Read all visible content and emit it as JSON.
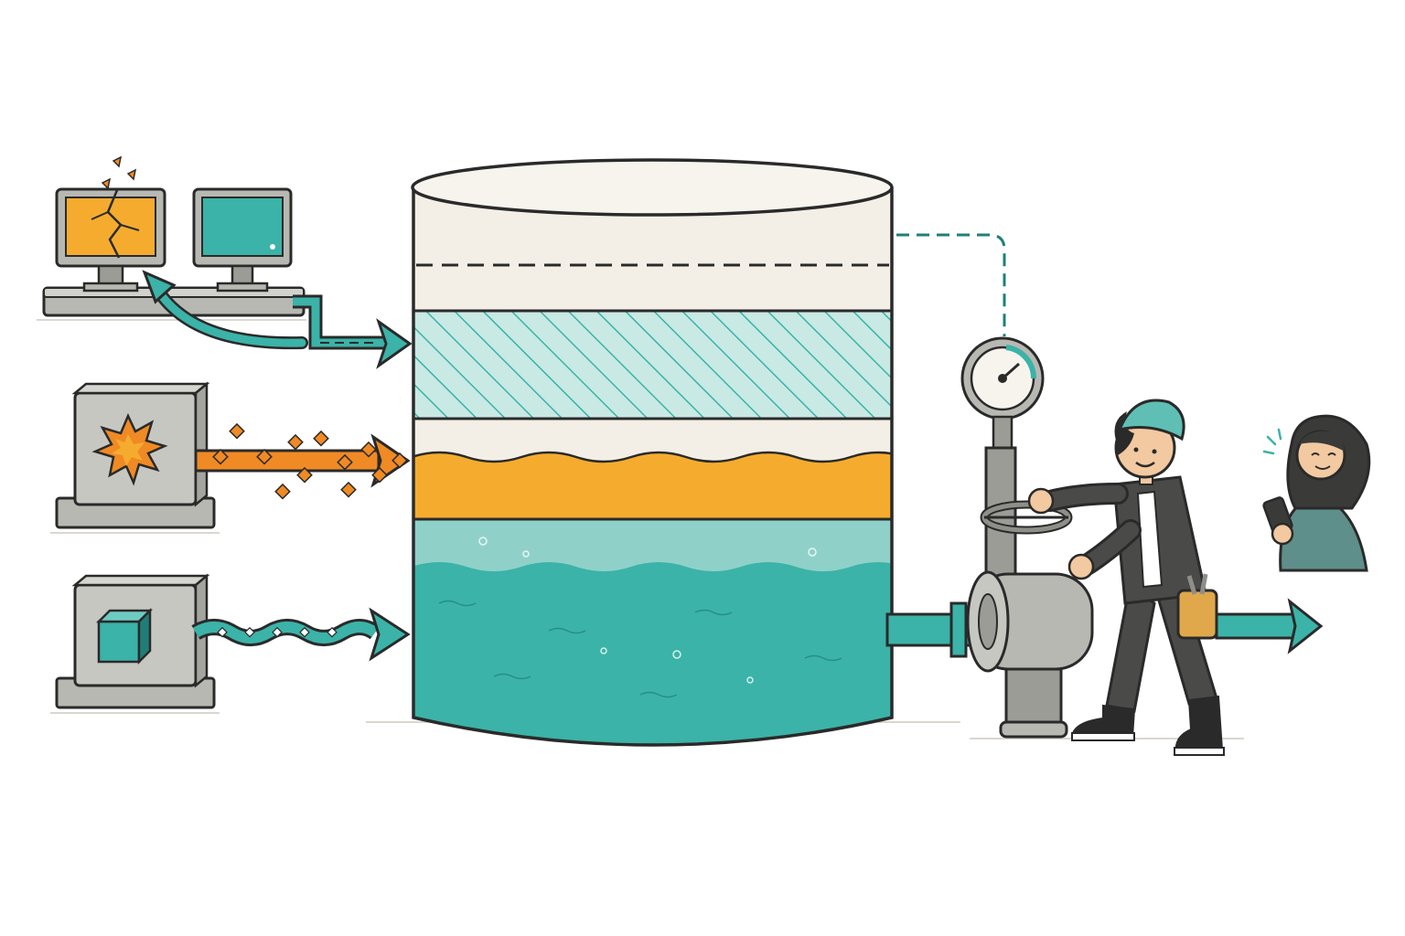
{
  "colors": {
    "teal": "#3bb3a8",
    "teal_light": "#a9dcd6",
    "teal_dark": "#1f7f78",
    "orange": "#f08a24",
    "amber": "#f5ac2e",
    "cream": "#f4efe6",
    "gray": "#b8b8b3",
    "gray_dark": "#8f8f8a",
    "ink": "#2a2a2a"
  },
  "sources": [
    {
      "name": "legacy-servers",
      "icon": "cracked-monitor-icon",
      "stream": "teal-arrow"
    },
    {
      "name": "explosion-source",
      "icon": "explosion-icon",
      "stream": "orange-particle-arrow"
    },
    {
      "name": "cube-source",
      "icon": "cube-icon",
      "stream": "teal-wavy-arrow"
    }
  ],
  "tank": {
    "layers": [
      "empty-headroom",
      "teal-hatched-buffer",
      "empty-gap",
      "amber-layer",
      "teal-liquid"
    ],
    "marker": "dashed-threshold-line"
  },
  "outflow": {
    "valve": "gate-valve",
    "gauge": "pressure-gauge-icon"
  },
  "people": [
    "operator-turning-valve",
    "observer-with-phone"
  ]
}
